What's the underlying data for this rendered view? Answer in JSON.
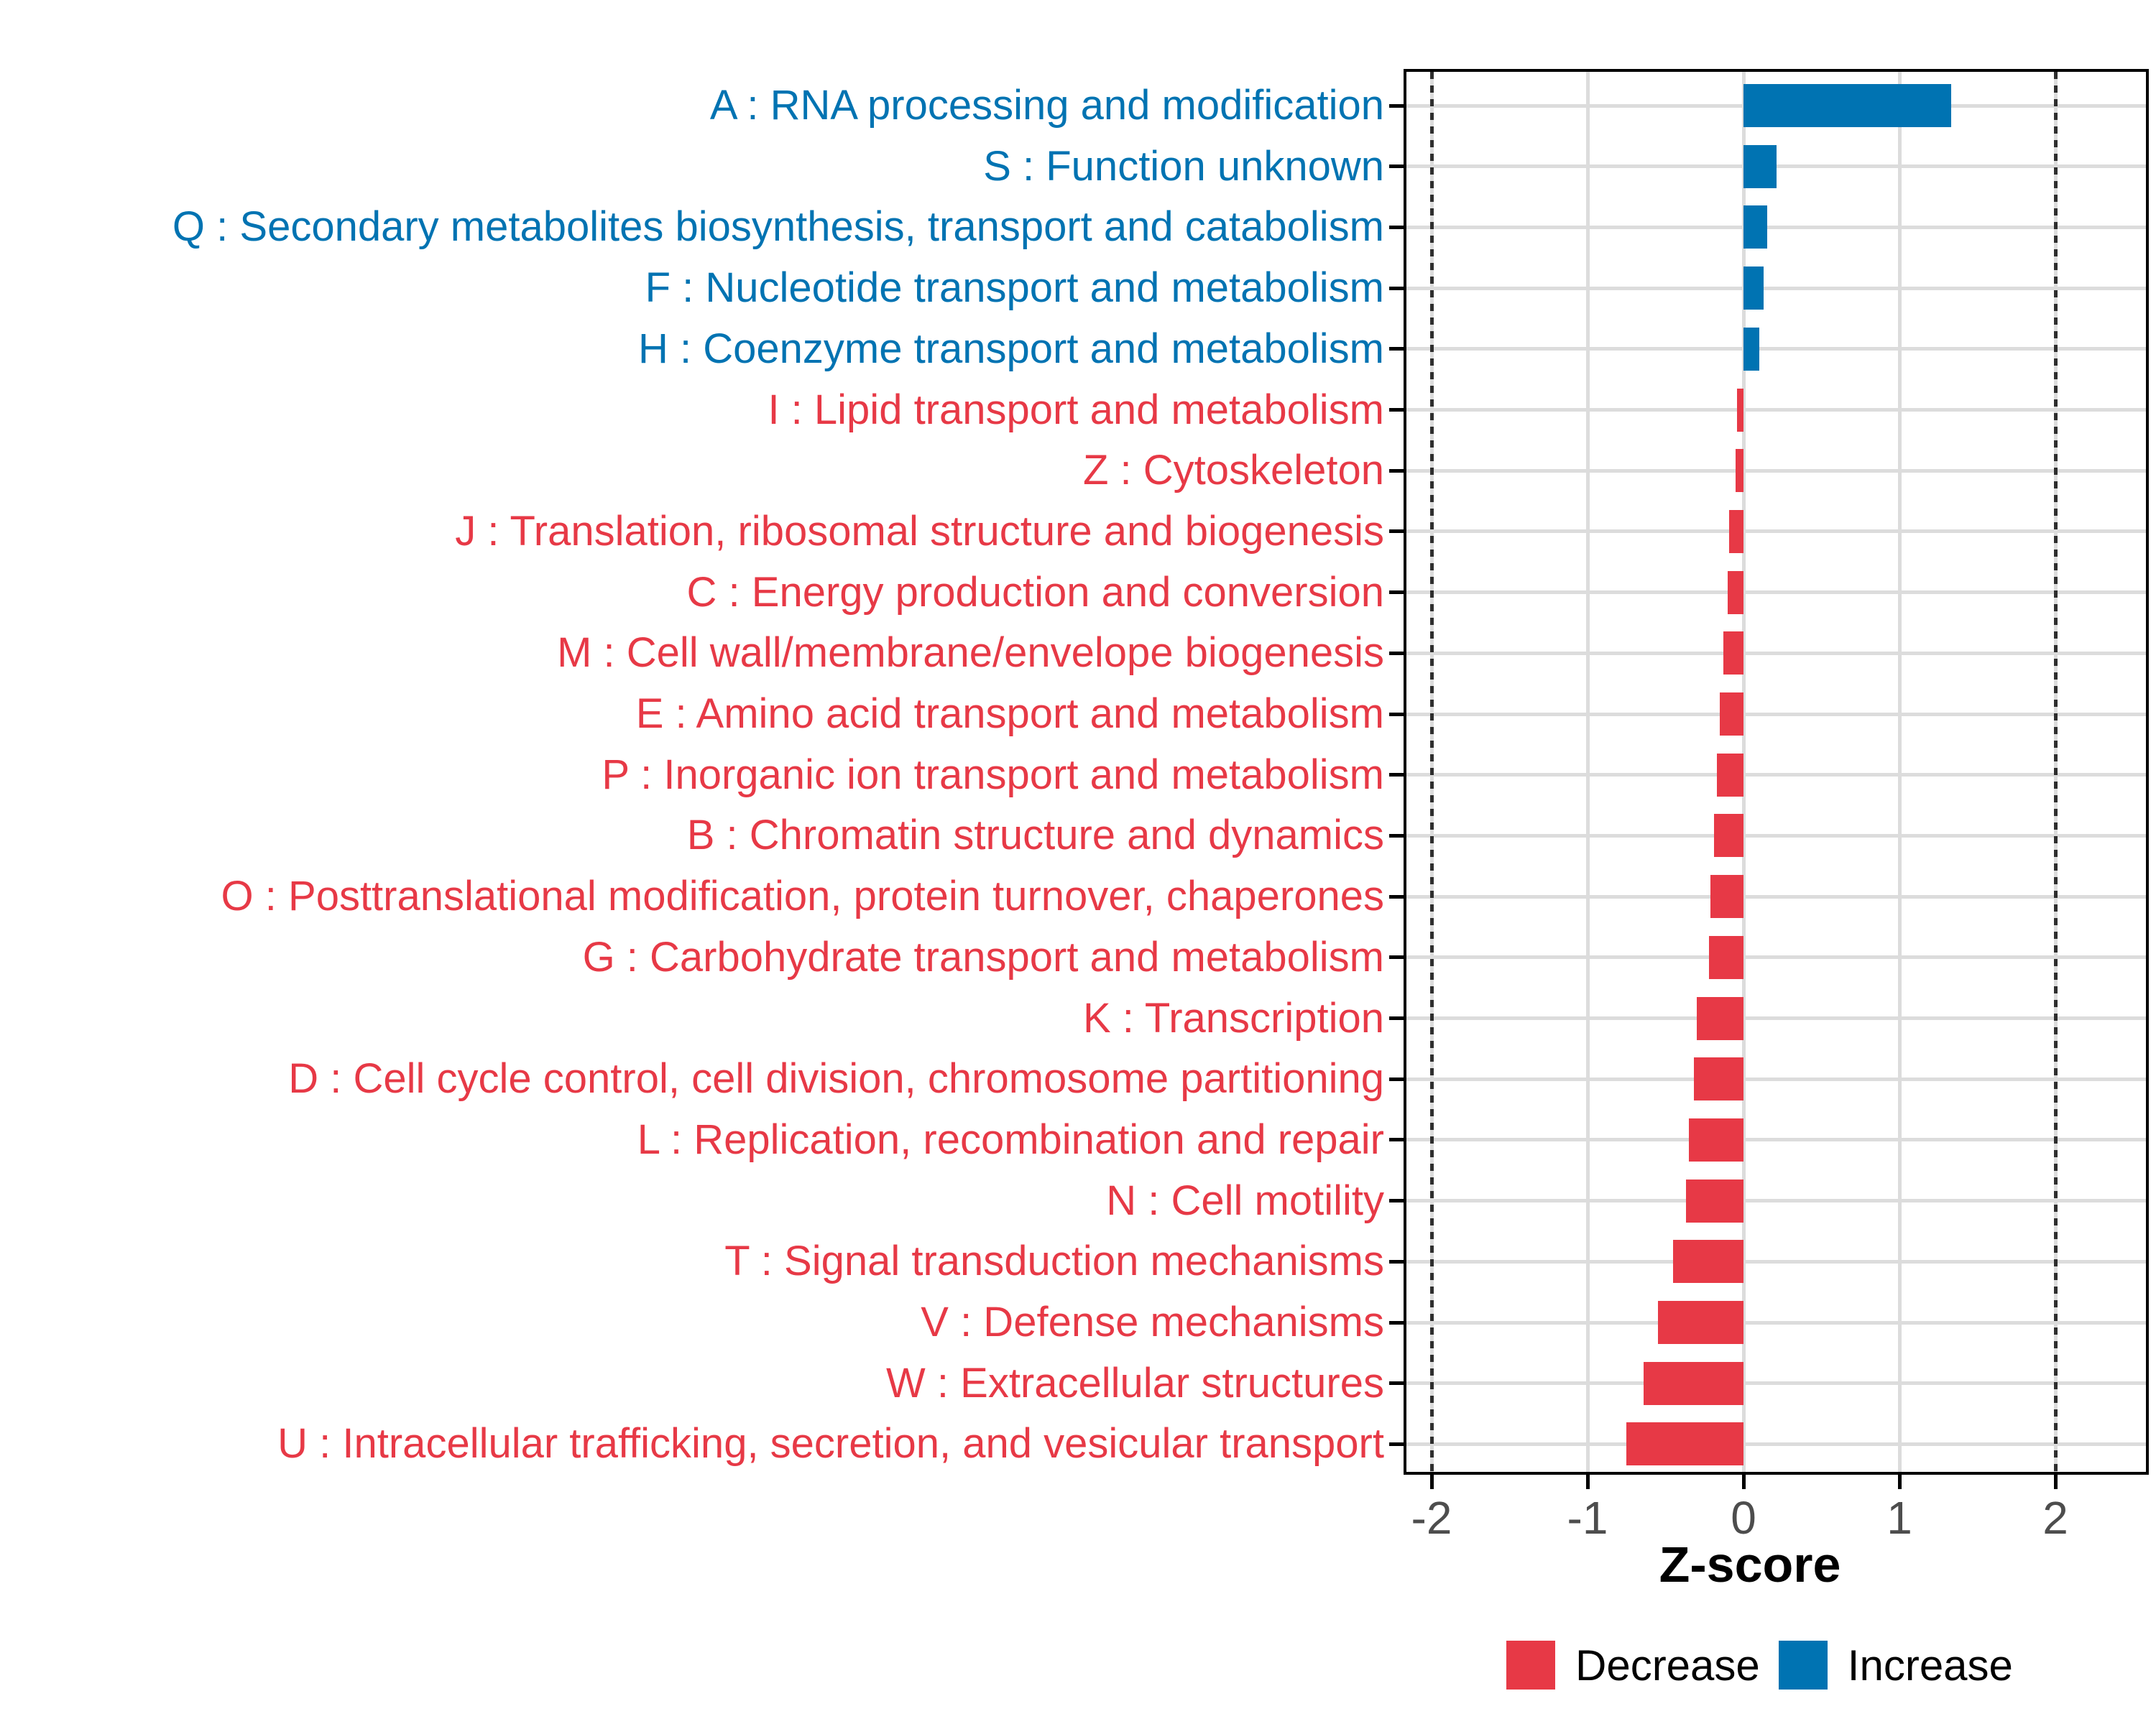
{
  "chart_data": {
    "type": "bar",
    "orientation": "horizontal",
    "title": "",
    "xlabel": "Z-score",
    "ylabel": "",
    "xlim": [
      -2.18,
      2.6
    ],
    "xticks": [
      "-2",
      "-1",
      "0",
      "1",
      "2"
    ],
    "xtick_values": [
      -2,
      -1,
      0,
      1,
      2
    ],
    "grid": "major-only",
    "reference_lines": {
      "style": "dotted",
      "values": [
        -2,
        2
      ]
    },
    "colors": {
      "increase": "#0073B2",
      "decrease": "#E73946"
    },
    "axis_text_color": "#4D4D4D",
    "gridline_color": "#DCDCDC",
    "legend": {
      "position": "bottom",
      "items": [
        {
          "label": "Decrease",
          "color": "#E73946"
        },
        {
          "label": "Increase",
          "color": "#0073B2"
        }
      ]
    },
    "categories": [
      {
        "code": "A",
        "label": "A : RNA processing and modification",
        "value": 1.33,
        "direction": "Increase"
      },
      {
        "code": "S",
        "label": "S : Function unknown",
        "value": 0.21,
        "direction": "Increase"
      },
      {
        "code": "Q",
        "label": "Q : Secondary metabolites biosynthesis, transport and catabolism",
        "value": 0.15,
        "direction": "Increase"
      },
      {
        "code": "F",
        "label": "F : Nucleotide transport and metabolism",
        "value": 0.13,
        "direction": "Increase"
      },
      {
        "code": "H",
        "label": "H : Coenzyme transport and metabolism",
        "value": 0.1,
        "direction": "Increase"
      },
      {
        "code": "I",
        "label": "I : Lipid transport and metabolism",
        "value": -0.04,
        "direction": "Decrease"
      },
      {
        "code": "Z",
        "label": "Z : Cytoskeleton",
        "value": -0.05,
        "direction": "Decrease"
      },
      {
        "code": "J",
        "label": "J : Translation, ribosomal structure and biogenesis",
        "value": -0.09,
        "direction": "Decrease"
      },
      {
        "code": "C",
        "label": "C : Energy production and conversion",
        "value": -0.1,
        "direction": "Decrease"
      },
      {
        "code": "M",
        "label": "M : Cell wall/membrane/envelope biogenesis",
        "value": -0.13,
        "direction": "Decrease"
      },
      {
        "code": "E",
        "label": "E : Amino acid transport and metabolism",
        "value": -0.15,
        "direction": "Decrease"
      },
      {
        "code": "P",
        "label": "P : Inorganic ion transport and metabolism",
        "value": -0.17,
        "direction": "Decrease"
      },
      {
        "code": "B",
        "label": "B : Chromatin structure and dynamics",
        "value": -0.19,
        "direction": "Decrease"
      },
      {
        "code": "O",
        "label": "O : Posttranslational modification, protein turnover, chaperones",
        "value": -0.21,
        "direction": "Decrease"
      },
      {
        "code": "G",
        "label": "G : Carbohydrate transport and metabolism",
        "value": -0.22,
        "direction": "Decrease"
      },
      {
        "code": "K",
        "label": "K : Transcription",
        "value": -0.3,
        "direction": "Decrease"
      },
      {
        "code": "D",
        "label": "D : Cell cycle control, cell division, chromosome partitioning",
        "value": -0.32,
        "direction": "Decrease"
      },
      {
        "code": "L",
        "label": "L : Replication, recombination and repair",
        "value": -0.35,
        "direction": "Decrease"
      },
      {
        "code": "N",
        "label": "N : Cell motility",
        "value": -0.37,
        "direction": "Decrease"
      },
      {
        "code": "T",
        "label": "T : Signal transduction mechanisms",
        "value": -0.45,
        "direction": "Decrease"
      },
      {
        "code": "V",
        "label": "V : Defense mechanisms",
        "value": -0.55,
        "direction": "Decrease"
      },
      {
        "code": "W",
        "label": "W : Extracellular structures",
        "value": -0.64,
        "direction": "Decrease"
      },
      {
        "code": "U",
        "label": "U : Intracellular trafficking, secretion, and vesicular transport",
        "value": -0.75,
        "direction": "Decrease"
      }
    ]
  }
}
